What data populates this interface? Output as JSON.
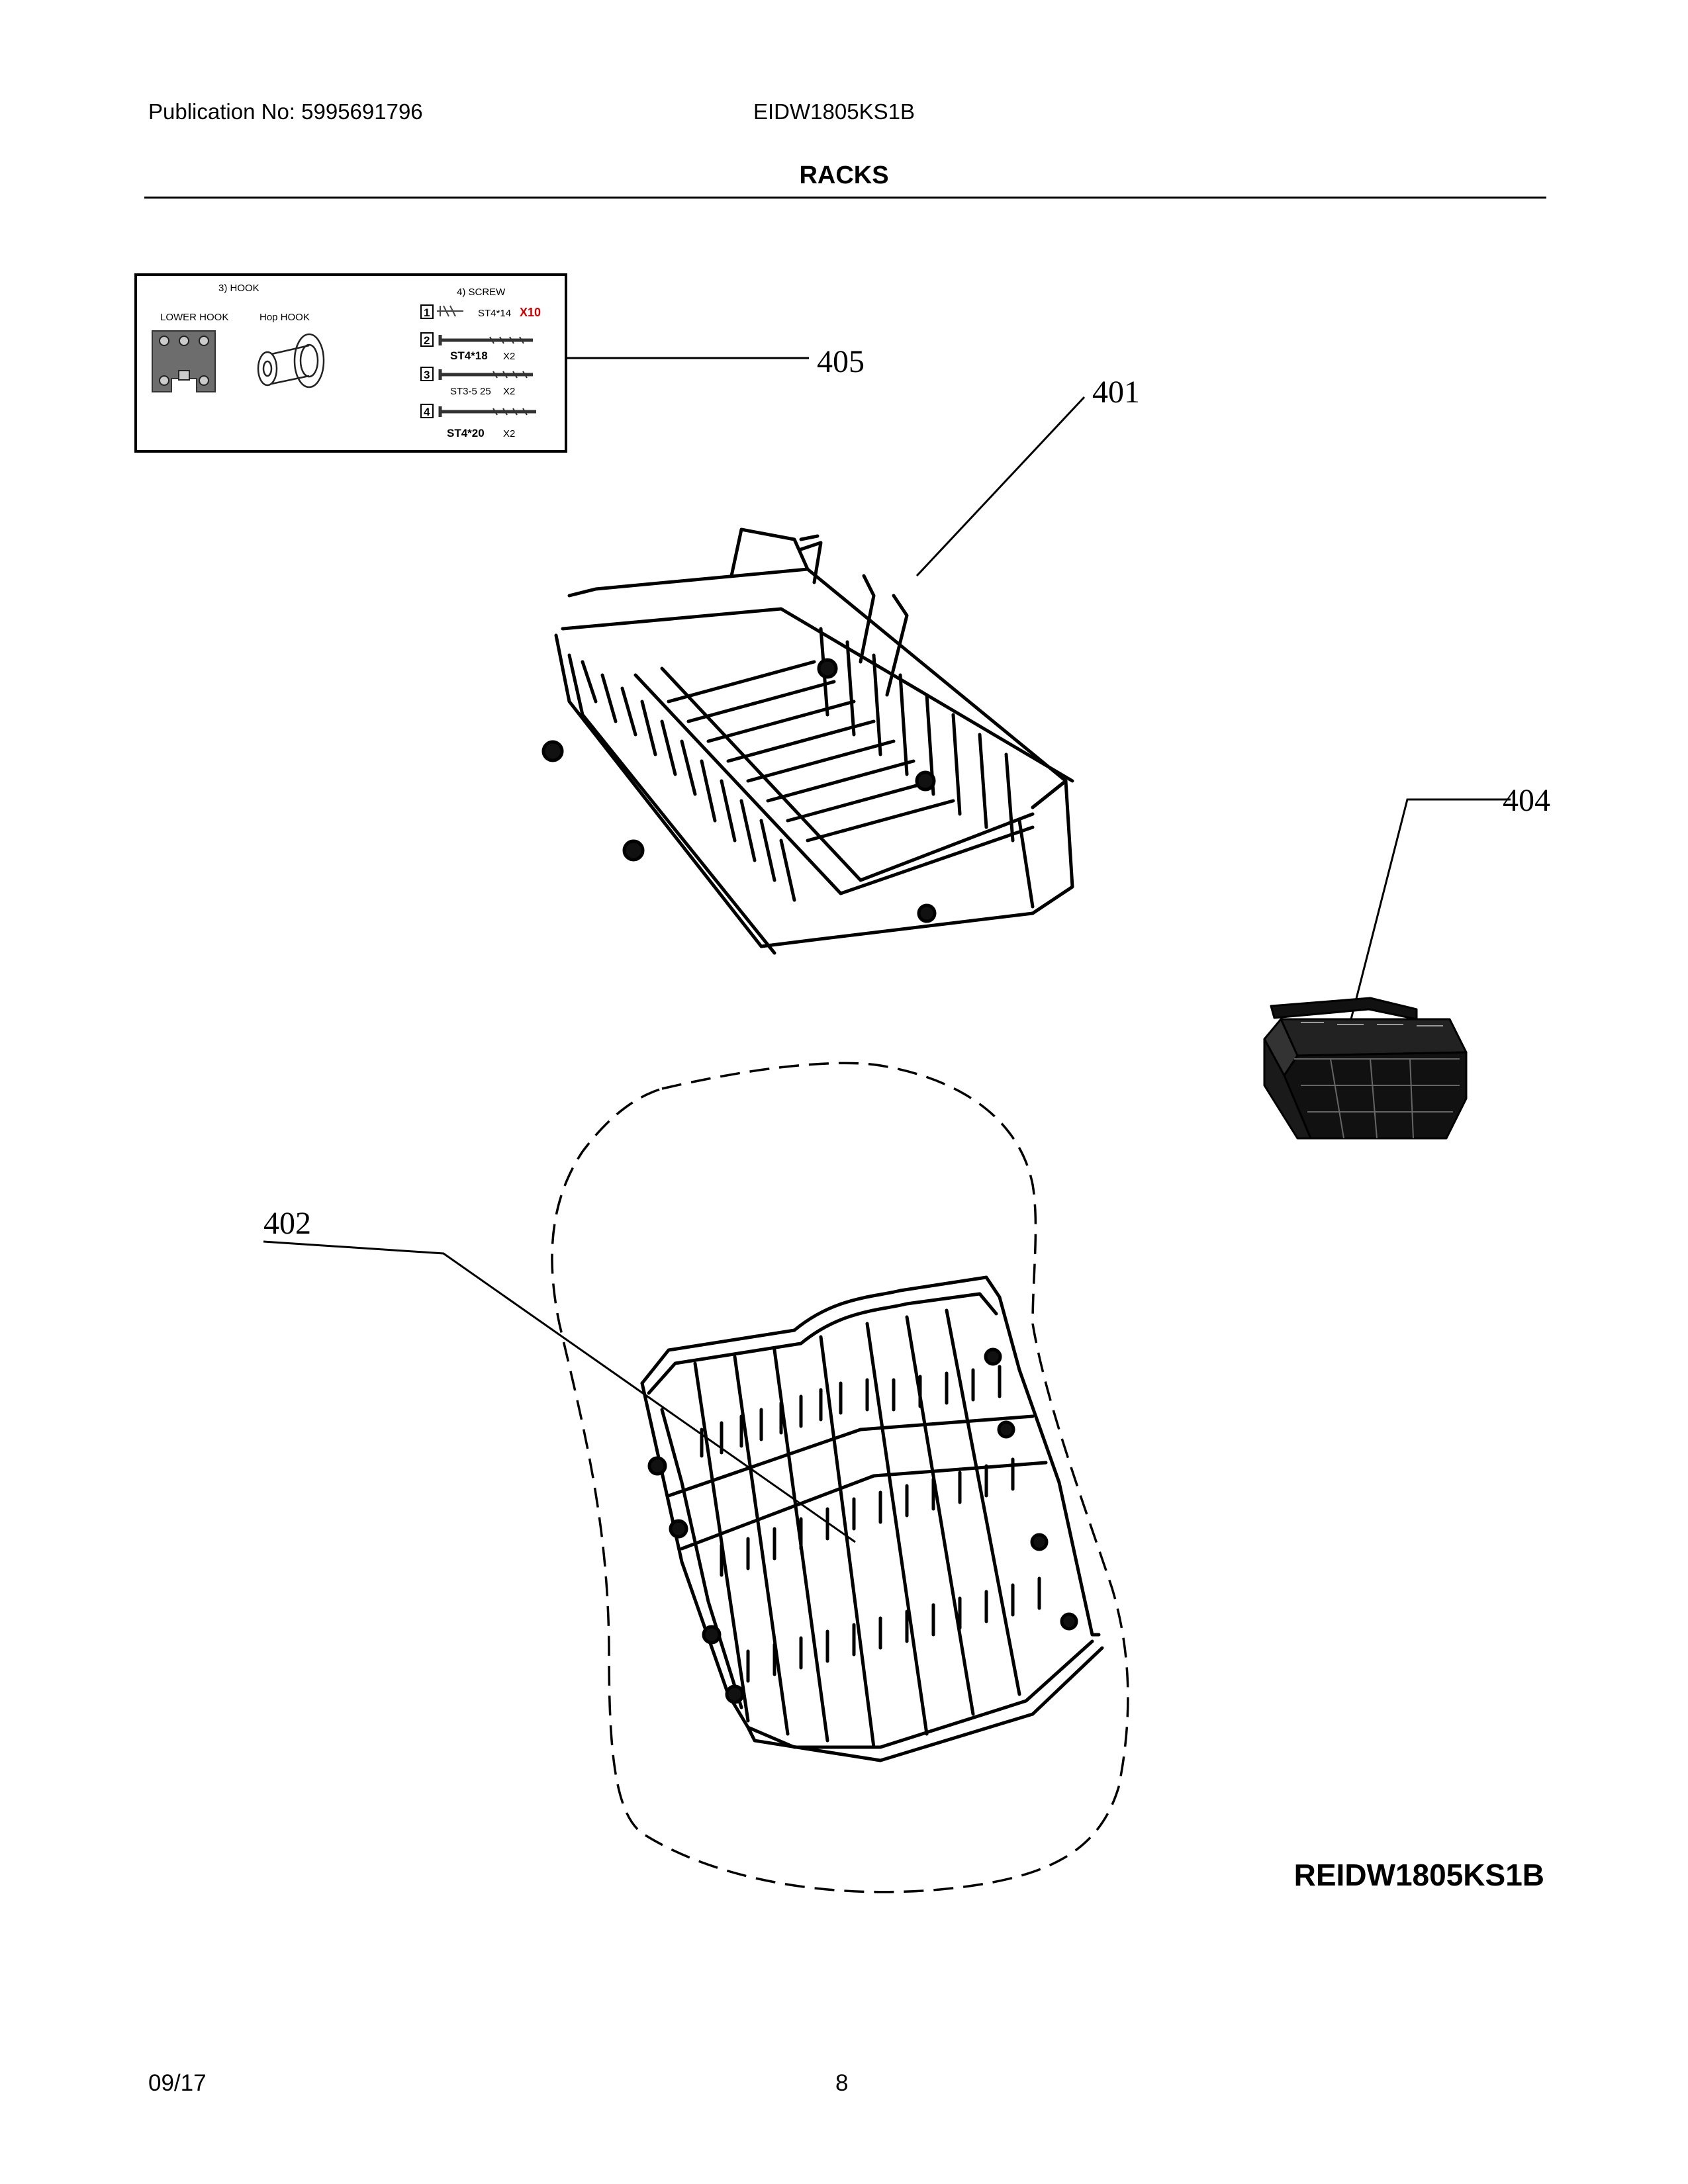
{
  "header": {
    "publication": "Publication No: 5995691796",
    "model": "EIDW1805KS1B",
    "section_title": "RACKS"
  },
  "footer": {
    "date": "09/17",
    "page": "8",
    "reference_code": "REIDW1805KS1B"
  },
  "callouts": {
    "upper_rack": "401",
    "lower_rack": "402",
    "cutlery_basket": "404",
    "hardware_kit": "405"
  },
  "hardware_kit": {
    "hook_heading": "3) HOOK",
    "lower_hook_label": "LOWER HOOK",
    "hop_hook_label": "Hop HOOK",
    "screw_heading": "4) SCREW",
    "screws": [
      {
        "num": "1",
        "spec": "ST4*14",
        "qty": "X10"
      },
      {
        "num": "2",
        "spec": "ST4*18",
        "qty": "X2"
      },
      {
        "num": "3",
        "spec": "ST3-5 25",
        "qty": "X2"
      },
      {
        "num": "4",
        "spec": "ST4*20",
        "qty": "X2"
      }
    ]
  }
}
